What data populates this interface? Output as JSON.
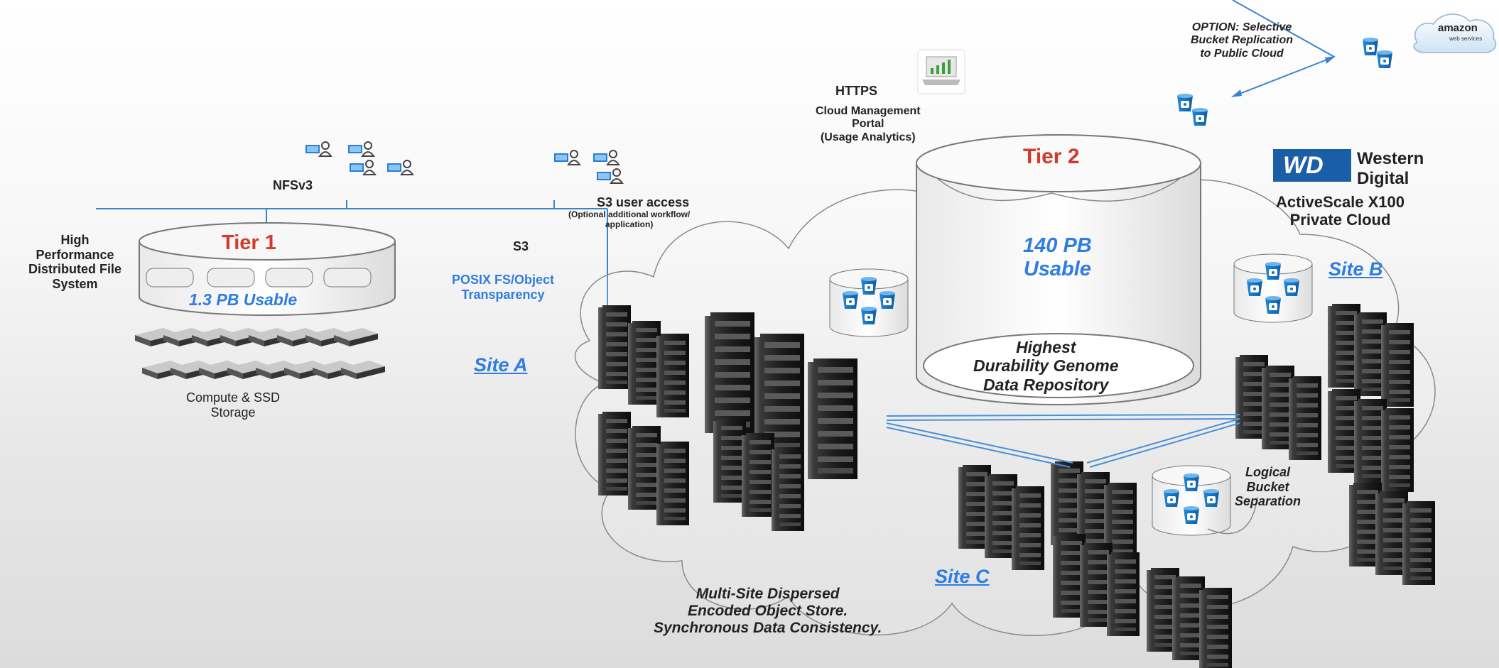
{
  "labels": {
    "nfs": "NFSv3",
    "s3": "S3",
    "s3_user_access": "S3 user access",
    "s3_optional": [
      "(Optional additional workflow/",
      "application)"
    ],
    "https": "HTTPS",
    "portal": [
      "Cloud Management",
      "Portal",
      "(Usage Analytics)"
    ],
    "hpdfs": [
      "High",
      "Performance",
      "Distributed File",
      "System"
    ],
    "tier1": "Tier 1",
    "tier1_capacity": "1.3 PB Usable",
    "compute": [
      "Compute & SSD",
      "Storage"
    ],
    "posix": [
      "POSIX FS/Object",
      "Transparency"
    ],
    "site_a": "Site A",
    "site_b": "Site B",
    "site_c": "Site C",
    "tier2": "Tier 2",
    "tier2_capacity": [
      "140 PB",
      "Usable"
    ],
    "repository": [
      "Highest",
      "Durability Genome",
      "Data Repository"
    ],
    "option": [
      "OPTION: Selective",
      "Bucket Replication",
      "to Public Cloud"
    ],
    "wd_brand": [
      "Western",
      "Digital"
    ],
    "wd_logo": "WD",
    "product": [
      "ActiveScale X100",
      "Private Cloud"
    ],
    "logical": [
      "Logical",
      "Bucket",
      "Separation"
    ],
    "multisite": [
      "Multi-Site Dispersed",
      "Encoded Object Store.",
      "Synchronous Data Consistency."
    ],
    "amazon": "amazon",
    "aws_sub": "web services"
  },
  "colors": {
    "accent_blue": "#2f7de0",
    "tier_red": "#d23a2a",
    "wd_blue": "#1b5ea8",
    "aws_orange": "#f39a1e"
  }
}
